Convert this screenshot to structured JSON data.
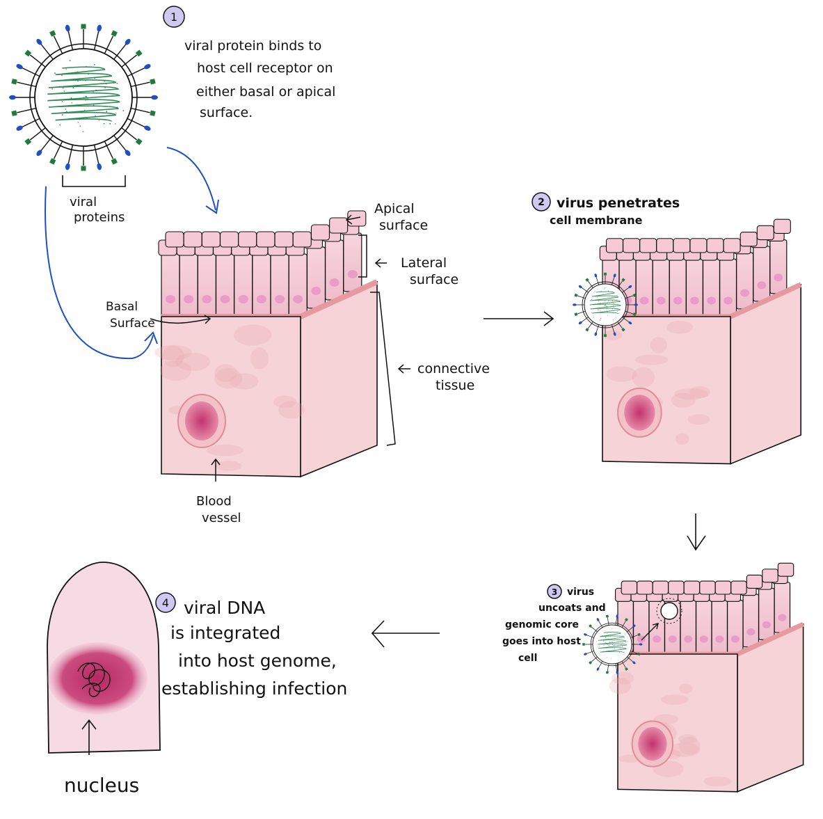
{
  "colors": {
    "ink": "#111111",
    "virus_blue": "#1f4fc2",
    "virus_green": "#1f7a3c",
    "genome_green": "#2e8b57",
    "arrow_blue": "#1f4fc2",
    "step_circle": "#cfc8f0",
    "cell_pink": "#f3c6d2",
    "tissue_pink": "#f6d3d6",
    "nucleus_magenta": "#c2336d",
    "basement_line": "#e59aa2"
  },
  "step1": {
    "number": "1",
    "text_lines": [
      "viral protein binds to",
      "host cell receptor on",
      "either basal or apical",
      "surface."
    ],
    "label_viral_proteins": [
      "viral",
      "proteins"
    ]
  },
  "tissue_labels": {
    "apical": [
      "Apical",
      "surface"
    ],
    "lateral": [
      "Lateral",
      "surface"
    ],
    "basal": [
      "Basal",
      "Surface"
    ],
    "connective": [
      "connective",
      "tissue"
    ],
    "blood_vessel": [
      "Blood",
      "vessel"
    ]
  },
  "step2": {
    "number": "2",
    "text_lines": [
      "virus penetrates",
      "cell membrane"
    ]
  },
  "step3": {
    "number": "3",
    "text_lines": [
      "virus",
      "uncoats and",
      "genomic core",
      "goes into host",
      "cell"
    ]
  },
  "step4": {
    "number": "4",
    "text_lines": [
      "viral DNA",
      "is integrated",
      "into host genome,",
      "establishing infection"
    ],
    "label_nucleus": "nucleus"
  }
}
